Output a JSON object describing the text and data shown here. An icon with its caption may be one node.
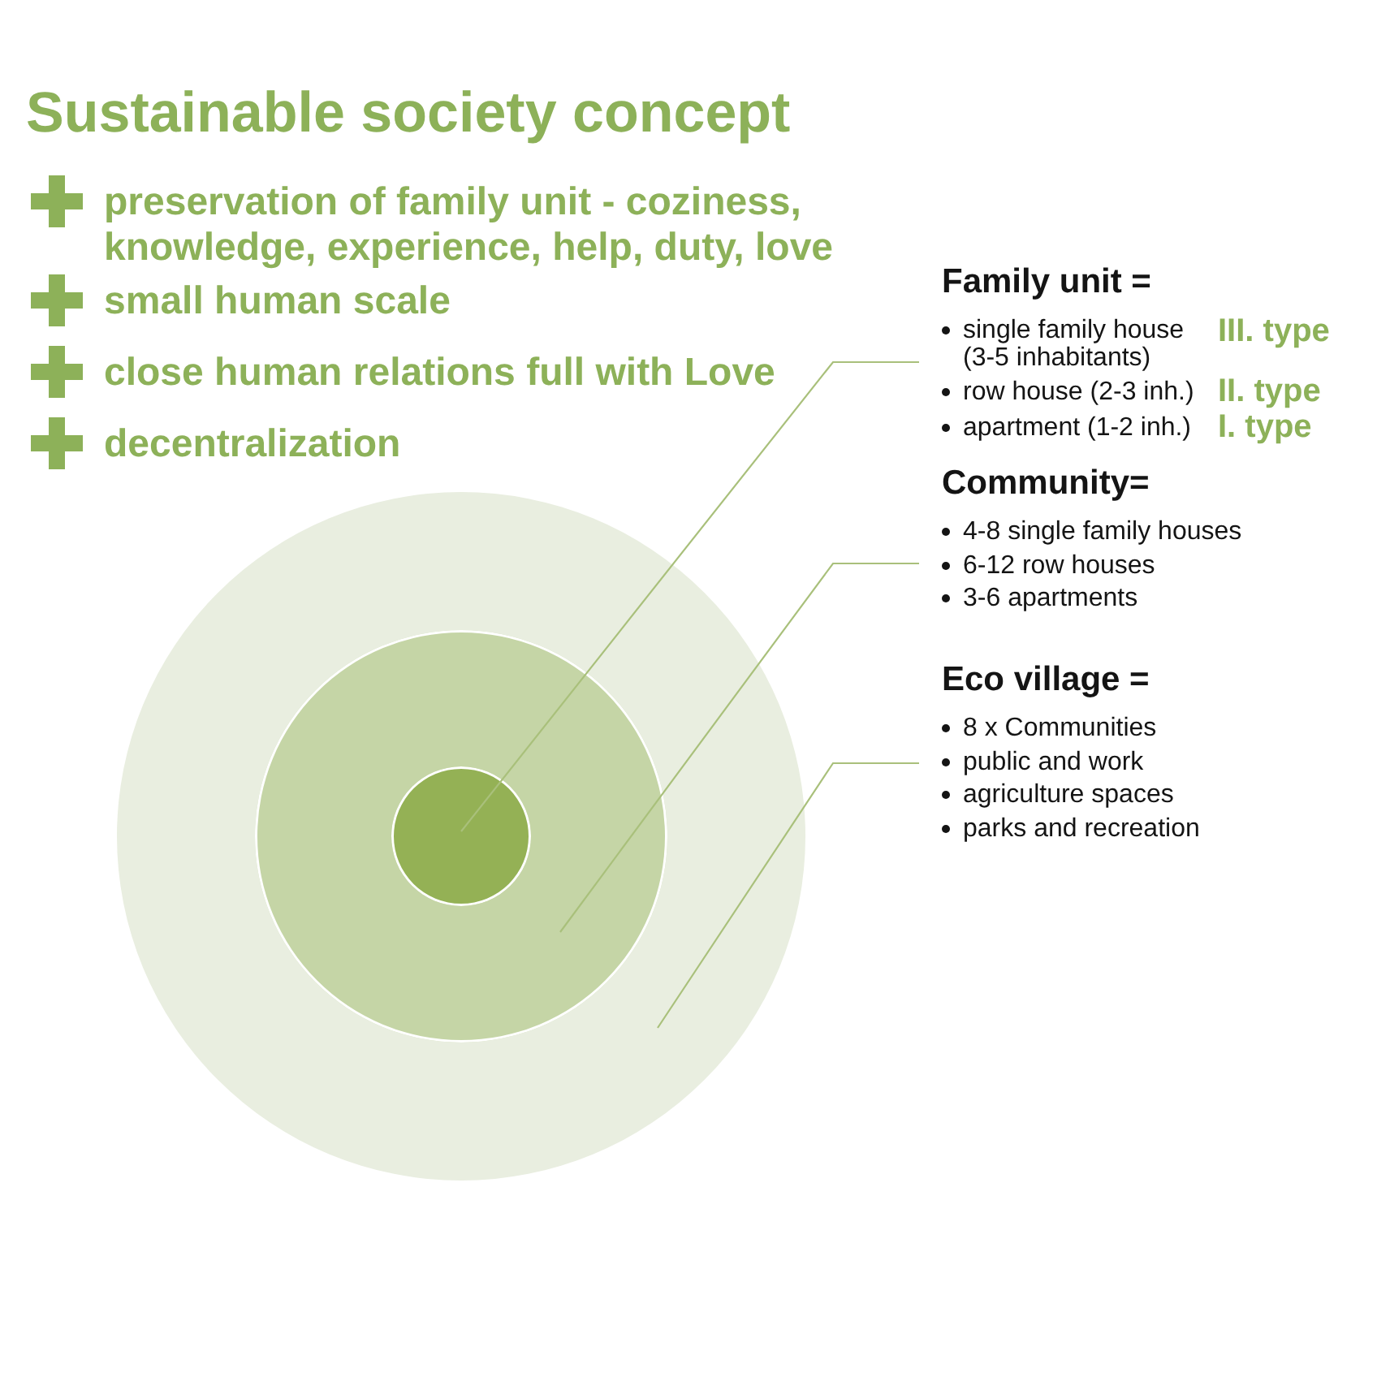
{
  "diagram": {
    "title": "Sustainable society concept",
    "nodes": [
      {
        "text": [
          "Family unit =",
          "single family house (3-5 inhabitants)",
          "row house (2-3 inh.)",
          "apartment (1-2 inh.)"
        ],
        "beside": [
          "III. type",
          "II. type",
          "I. type"
        ]
      },
      {
        "text": [
          "Community=",
          "4-8 single family houses",
          "6-12 row houses",
          "3-6 apartments"
        ]
      },
      {
        "text": [
          "Eco village =",
          "8 x Communities",
          "public and work",
          "agriculture spaces",
          "parks and recreation"
        ]
      },
      {
        "text": [],
        "shape": "circle"
      },
      {
        "text": [],
        "shape": "circle",
        "in": 3
      },
      {
        "text": [],
        "shape": "circle",
        "in": 4
      }
    ],
    "edges": [
      {
        "from": 0,
        "to": 5,
        "arrow": "none"
      },
      {
        "from": 1,
        "to": 4,
        "arrow": "none"
      },
      {
        "from": 2,
        "to": 3,
        "arrow": "none"
      }
    ],
    "labels": [
      "preservation of family unit - coziness, knowledge, experience, help, duty, love",
      "small human scale",
      "close human relations full with Love",
      "decentralization"
    ]
  }
}
